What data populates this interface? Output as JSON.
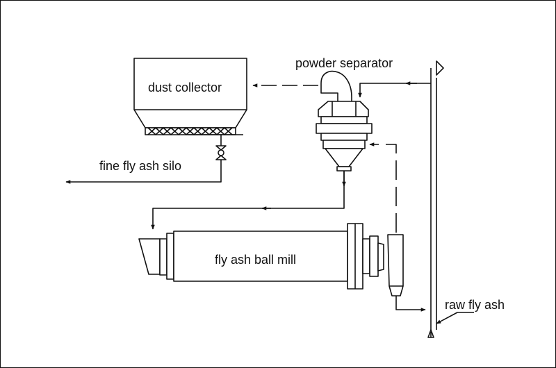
{
  "labels": {
    "dust_collector": "dust collector",
    "powder_separator": "powder separator",
    "fine_silo": "fine fly ash silo",
    "ball_mill": "fly ash ball mill",
    "raw_fly_ash": "raw fly ash"
  },
  "colors": {
    "line": "#111111",
    "background": "#ffffff"
  }
}
